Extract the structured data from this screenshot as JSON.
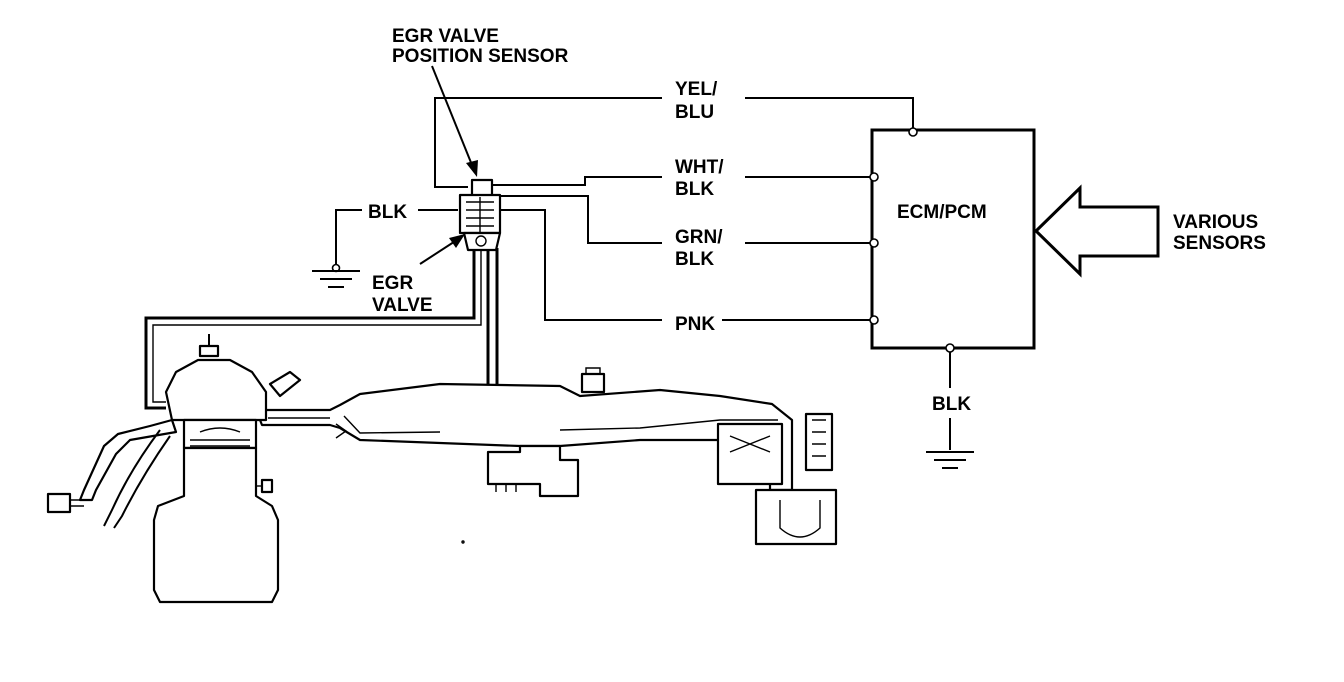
{
  "labels": {
    "egr_sensor_line1": "EGR VALVE",
    "egr_sensor_line2": "POSITION SENSOR",
    "wire_yel_blu_1": "YEL/",
    "wire_yel_blu_2": "BLU",
    "wire_wht_blk_1": "WHT/",
    "wire_wht_blk_2": "BLK",
    "wire_grn_blk_1": "GRN/",
    "wire_grn_blk_2": "BLK",
    "wire_pnk": "PNK",
    "ground_left": "BLK",
    "ground_right": "BLK",
    "egr_valve_line1": "EGR",
    "egr_valve_line2": "VALVE",
    "ecm": "ECM/PCM",
    "various_line1": "VARIOUS",
    "various_line2": "SENSORS"
  }
}
